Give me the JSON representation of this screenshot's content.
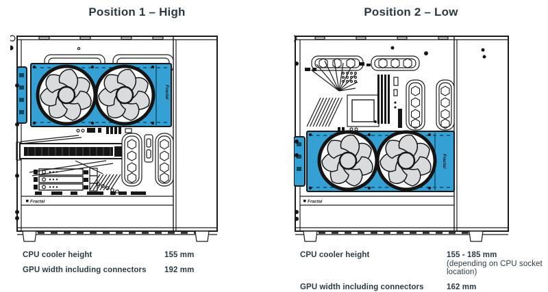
{
  "figures": [
    {
      "title": "Position 1 – High",
      "brand": "Fractal",
      "radiator_brand": "Fractal",
      "specs": [
        {
          "label": "CPU cooler height",
          "value": "155 mm",
          "note": ""
        },
        {
          "label": "GPU width including connectors",
          "value": "192 mm",
          "note": ""
        }
      ]
    },
    {
      "title": "Position 2 – Low",
      "brand": "Fractal",
      "radiator_brand": "Fractal",
      "specs": [
        {
          "label": "CPU cooler height",
          "value": "155 - 185 mm",
          "note": "(depending on CPU socket location)"
        },
        {
          "label": "GPU width including connectors",
          "value": "162 mm",
          "note": ""
        }
      ]
    }
  ],
  "colors": {
    "radiator_highlight": "#35a0d4",
    "line": "#1a1a1a",
    "fan_blade": "#d9dbdc",
    "rail_dark_blue": "#0e4a66",
    "text": "#2c3a43"
  }
}
